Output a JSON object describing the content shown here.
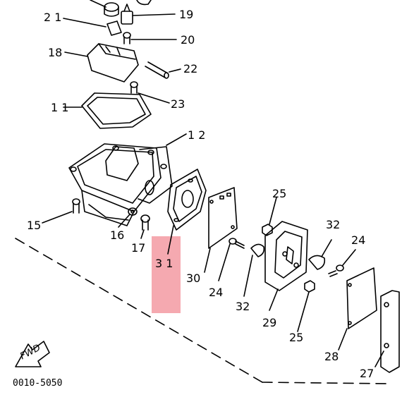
{
  "diagram": {
    "callouts": [
      {
        "id": "21",
        "text": "2 1"
      },
      {
        "id": "19",
        "text": "19"
      },
      {
        "id": "20",
        "text": "20"
      },
      {
        "id": "18",
        "text": "18"
      },
      {
        "id": "22",
        "text": "22"
      },
      {
        "id": "23",
        "text": "23"
      },
      {
        "id": "11",
        "text": "1 1"
      },
      {
        "id": "12",
        "text": "1 2"
      },
      {
        "id": "25a",
        "text": "25"
      },
      {
        "id": "15",
        "text": "15"
      },
      {
        "id": "16",
        "text": "16"
      },
      {
        "id": "17",
        "text": "17"
      },
      {
        "id": "31",
        "text": "3 1"
      },
      {
        "id": "32a",
        "text": "32"
      },
      {
        "id": "24a",
        "text": "24"
      },
      {
        "id": "30",
        "text": "30"
      },
      {
        "id": "24b",
        "text": "24"
      },
      {
        "id": "32b",
        "text": "32"
      },
      {
        "id": "29",
        "text": "29"
      },
      {
        "id": "25b",
        "text": "25"
      },
      {
        "id": "28",
        "text": "28"
      },
      {
        "id": "27",
        "text": "27"
      }
    ],
    "highlight_color": "#f5a9b0",
    "fwd_label": "FWD",
    "drawing_code": "0010-5050"
  }
}
